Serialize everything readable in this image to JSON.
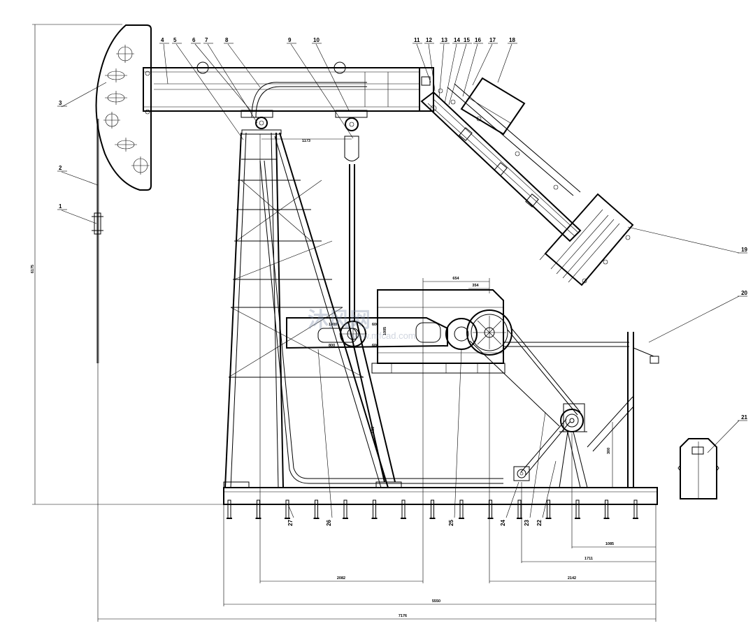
{
  "callouts": [
    {
      "n": "1"
    },
    {
      "n": "2"
    },
    {
      "n": "3"
    },
    {
      "n": "4"
    },
    {
      "n": "5"
    },
    {
      "n": "6"
    },
    {
      "n": "7"
    },
    {
      "n": "8"
    },
    {
      "n": "9"
    },
    {
      "n": "10"
    },
    {
      "n": "11"
    },
    {
      "n": "12"
    },
    {
      "n": "13"
    },
    {
      "n": "14"
    },
    {
      "n": "15"
    },
    {
      "n": "16"
    },
    {
      "n": "17"
    },
    {
      "n": "18"
    },
    {
      "n": "19"
    },
    {
      "n": "20"
    },
    {
      "n": "21"
    },
    {
      "n": "22"
    },
    {
      "n": "23"
    },
    {
      "n": "24"
    },
    {
      "n": "25"
    },
    {
      "n": "26"
    },
    {
      "n": "27"
    }
  ],
  "dimensions": {
    "overall_height": "6175",
    "beam_center_distance": "1173",
    "reducer_width": "654",
    "reducer_half_width": "354",
    "pillar_to_reducer": "2082",
    "reducer_to_end": "2142",
    "motor_to_end": "1711",
    "motor_base_to_end": "1085",
    "base_length": "5550",
    "overall_length": "7176",
    "motor_base_height": "300",
    "crank_radius_1": "1000",
    "crank_radius_2": "600",
    "crank_radius_3": "800",
    "crank_radius_4": "600",
    "reducer_height": "1005",
    "link_length": "535"
  },
  "watermark": {
    "main": "沐风网",
    "sub": "www.mfcad.com"
  }
}
